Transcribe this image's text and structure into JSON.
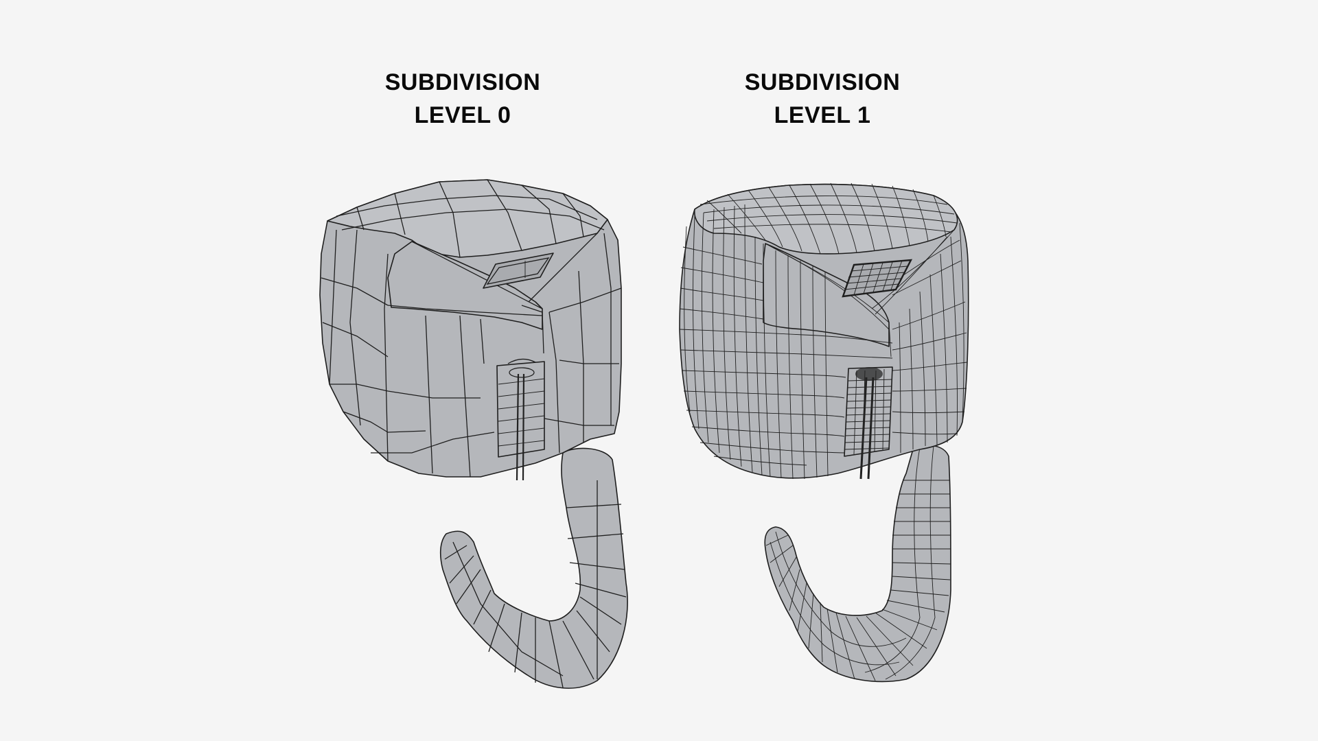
{
  "panels": [
    {
      "id": "left",
      "title_line1": "SUBDIVISION",
      "title_line2": "LEVEL 0",
      "subdivision_level": 0,
      "object": "pouch-with-strap-wireframe"
    },
    {
      "id": "right",
      "title_line1": "SUBDIVISION",
      "title_line2": "LEVEL 1",
      "subdivision_level": 1,
      "object": "pouch-with-strap-wireframe"
    }
  ],
  "colors": {
    "background": "#f5f5f5",
    "surface": "#b5b7bb",
    "wireframe": "#1e1e1e",
    "text": "#0a0a0a"
  }
}
